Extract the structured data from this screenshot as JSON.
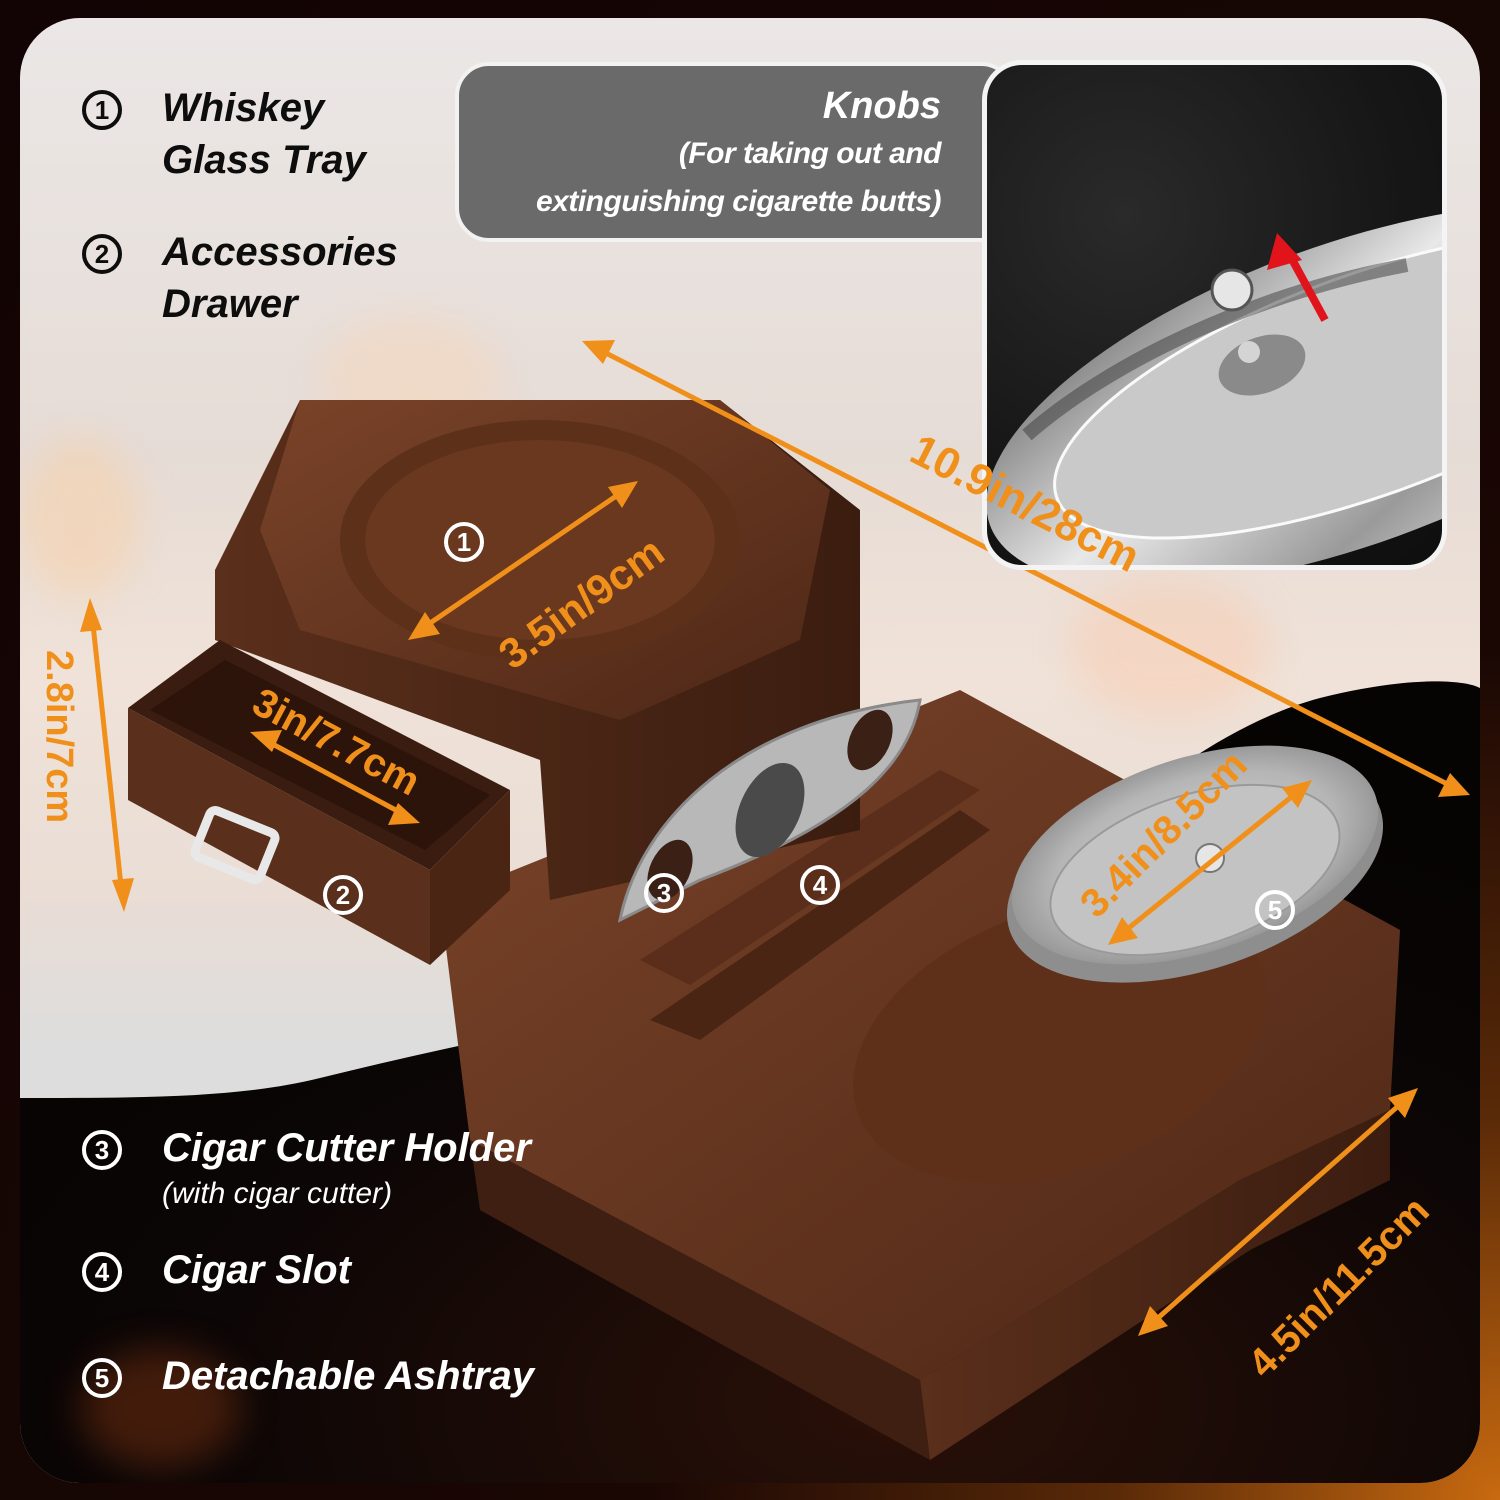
{
  "features_top": [
    {
      "number": "1",
      "title_line1": "Whiskey",
      "title_line2": "Glass Tray"
    },
    {
      "number": "2",
      "title_line1": "Accessories",
      "title_line2": "Drawer"
    }
  ],
  "features_bottom": [
    {
      "number": "3",
      "title": "Cigar Cutter Holder",
      "subtitle": "(with cigar cutter)"
    },
    {
      "number": "4",
      "title": "Cigar Slot",
      "subtitle": ""
    },
    {
      "number": "5",
      "title": "Detachable Ashtray",
      "subtitle": ""
    }
  ],
  "knob_callout": {
    "title": "Knobs",
    "desc_line1": "(For taking out and",
    "desc_line2": "extinguishing cigarette butts)"
  },
  "dimensions": {
    "length": "10.9in/28cm",
    "height": "2.8in/7cm",
    "glass_tray": "3.5in/9cm",
    "drawer": "3in/7.7cm",
    "ashtray": "3.4in/8.5cm",
    "width": "4.5in/11.5cm"
  },
  "badges": {
    "b1": "1",
    "b2": "2",
    "b3": "3",
    "b4": "4",
    "b5": "5"
  },
  "colors": {
    "accent_orange": "#f0901a",
    "wood": "#6b3a22",
    "steel": "#c9c9c9",
    "arrow_red": "#e0141a",
    "panel_gray": "#6a6a6a"
  }
}
